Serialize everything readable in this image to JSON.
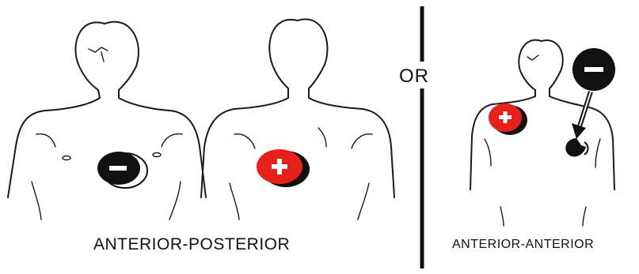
{
  "labels": {
    "anterior_posterior": "ANTERIOR-POSTERIOR",
    "anterior_anterior": "ANTERIOR-ANTERIOR",
    "or": "OR"
  },
  "pads": {
    "negative_symbol": "−",
    "positive_symbol": "+"
  },
  "colors": {
    "positive_pad": "#e8201c",
    "negative_pad": "#111111",
    "outline": "#1a1a1a",
    "background": "#ffffff"
  }
}
